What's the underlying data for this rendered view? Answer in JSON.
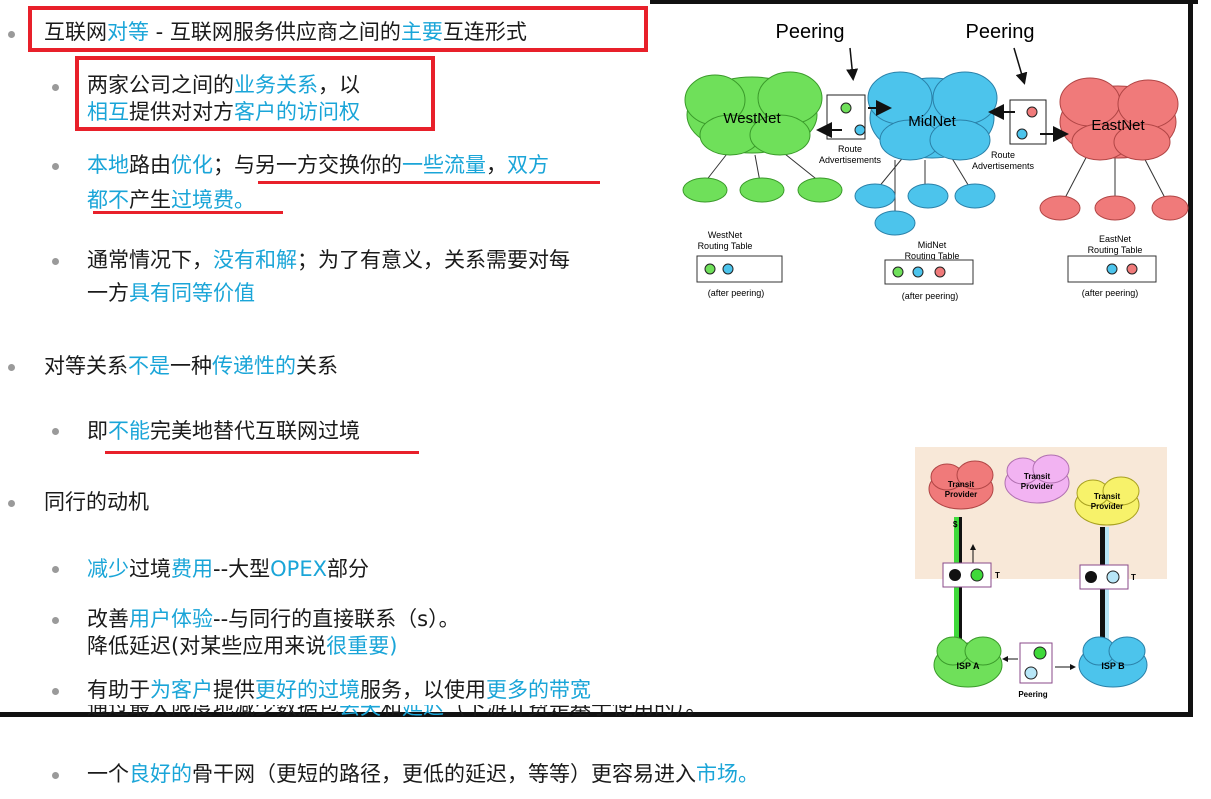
{
  "bullets": [
    {
      "segments": [
        [
          "互联网",
          false
        ],
        [
          "对等",
          true
        ],
        [
          " - 互联网服务供应商之间的",
          false
        ],
        [
          "主要",
          true
        ],
        [
          "互连形式",
          false
        ]
      ]
    },
    {
      "segments": [
        [
          "两家公司之间的",
          false
        ],
        [
          "业务关系",
          true
        ],
        [
          "，以",
          false
        ]
      ]
    },
    {
      "segments": [
        [
          "相互",
          true
        ],
        [
          "提供对对方",
          false
        ],
        [
          "客户的访问权",
          true
        ]
      ]
    },
    {
      "segments": [
        [
          "本地",
          true
        ],
        [
          "路由",
          false
        ],
        [
          "优化",
          true
        ],
        [
          "；与另一方交换你的",
          false
        ],
        [
          "一些流量",
          true
        ],
        [
          "，",
          false
        ],
        [
          "双方",
          true
        ]
      ]
    },
    {
      "segments": [
        [
          "都不",
          true
        ],
        [
          "产生",
          false
        ],
        [
          "过境费。",
          true
        ]
      ]
    },
    {
      "segments": [
        [
          "通常情况下，",
          false
        ],
        [
          "没有和解",
          true
        ],
        [
          "；为了有意义，关系需要对每",
          false
        ]
      ]
    },
    {
      "segments": [
        [
          "一方",
          false
        ],
        [
          "具有同等价值",
          true
        ]
      ]
    },
    {
      "segments": [
        [
          "对等关系",
          false
        ],
        [
          "不是",
          true
        ],
        [
          "一种",
          false
        ],
        [
          "传递性的",
          true
        ],
        [
          "关系",
          false
        ]
      ]
    },
    {
      "segments": [
        [
          "即",
          false
        ],
        [
          "不能",
          true
        ],
        [
          "完美地替代互联网过境",
          false
        ]
      ]
    },
    {
      "segments": [
        [
          "同行的动机",
          false
        ]
      ]
    },
    {
      "segments": [
        [
          "减少",
          true
        ],
        [
          "过境",
          false
        ],
        [
          "费用",
          true
        ],
        [
          "--大型",
          false
        ],
        [
          "OPEX",
          true
        ],
        [
          "部分",
          false
        ]
      ]
    },
    {
      "segments": [
        [
          "改善",
          false
        ],
        [
          "用户体验",
          true
        ],
        [
          "--与同行的直接联系（s）。",
          false
        ]
      ]
    },
    {
      "segments": [
        [
          "降低延迟(对某些应用来说",
          false
        ],
        [
          "很重要)",
          true
        ]
      ]
    },
    {
      "segments": [
        [
          "有助于",
          false
        ],
        [
          "为客户",
          true
        ],
        [
          "提供",
          false
        ],
        [
          "更好的过境",
          true
        ],
        [
          "服务，以使用",
          false
        ],
        [
          "更多的带宽",
          true
        ]
      ]
    },
    {
      "segments": [
        [
          "通过最大限度地减少数据包",
          false
        ],
        [
          "丢失",
          true
        ],
        [
          "和",
          false
        ],
        [
          "延迟",
          true
        ],
        [
          "（下游计费是基于使用的）。",
          false
        ]
      ]
    },
    {
      "segments": [
        [
          "一个",
          false
        ],
        [
          "良好的",
          true
        ],
        [
          "骨干网（更短的路径，更低的延迟，等等）更容易进入",
          false
        ],
        [
          "市场。",
          true
        ]
      ]
    }
  ],
  "diagram1": {
    "peering_left": "Peering",
    "peering_right": "Peering",
    "westnet": "WestNet",
    "midnet": "MidNet",
    "eastnet": "EastNet",
    "route_left_1": "Route",
    "route_left_2": "Advertisements",
    "route_right_1": "Route",
    "route_right_2": "Advertisements",
    "west_table_1": "WestNet",
    "west_table_2": "Routing Table",
    "mid_table_1": "MidNet",
    "mid_table_2": "Routing Table",
    "east_table_1": "EastNet",
    "east_table_2": "Routing Table",
    "after_west": "(after peering)",
    "after_mid": "(after peering)",
    "after_east": "(after peering)"
  },
  "diagram2": {
    "transit_a_1": "Transit",
    "transit_a_2": "Provider",
    "transit_mid_1": "Transit",
    "transit_mid_2": "Provider",
    "transit_b_1": "Transit",
    "transit_b_2": "Provider",
    "isp_a": "ISP A",
    "isp_b": "ISP B",
    "dollar": "$",
    "t_left": "T",
    "t_right": "T",
    "peering": "Peering"
  },
  "colors": {
    "highlight": "#1aa5d8",
    "annotation_red": "#e8202a",
    "west_green": "#6fe05a",
    "mid_blue": "#4cc4ec",
    "east_red": "#f07a7a"
  }
}
